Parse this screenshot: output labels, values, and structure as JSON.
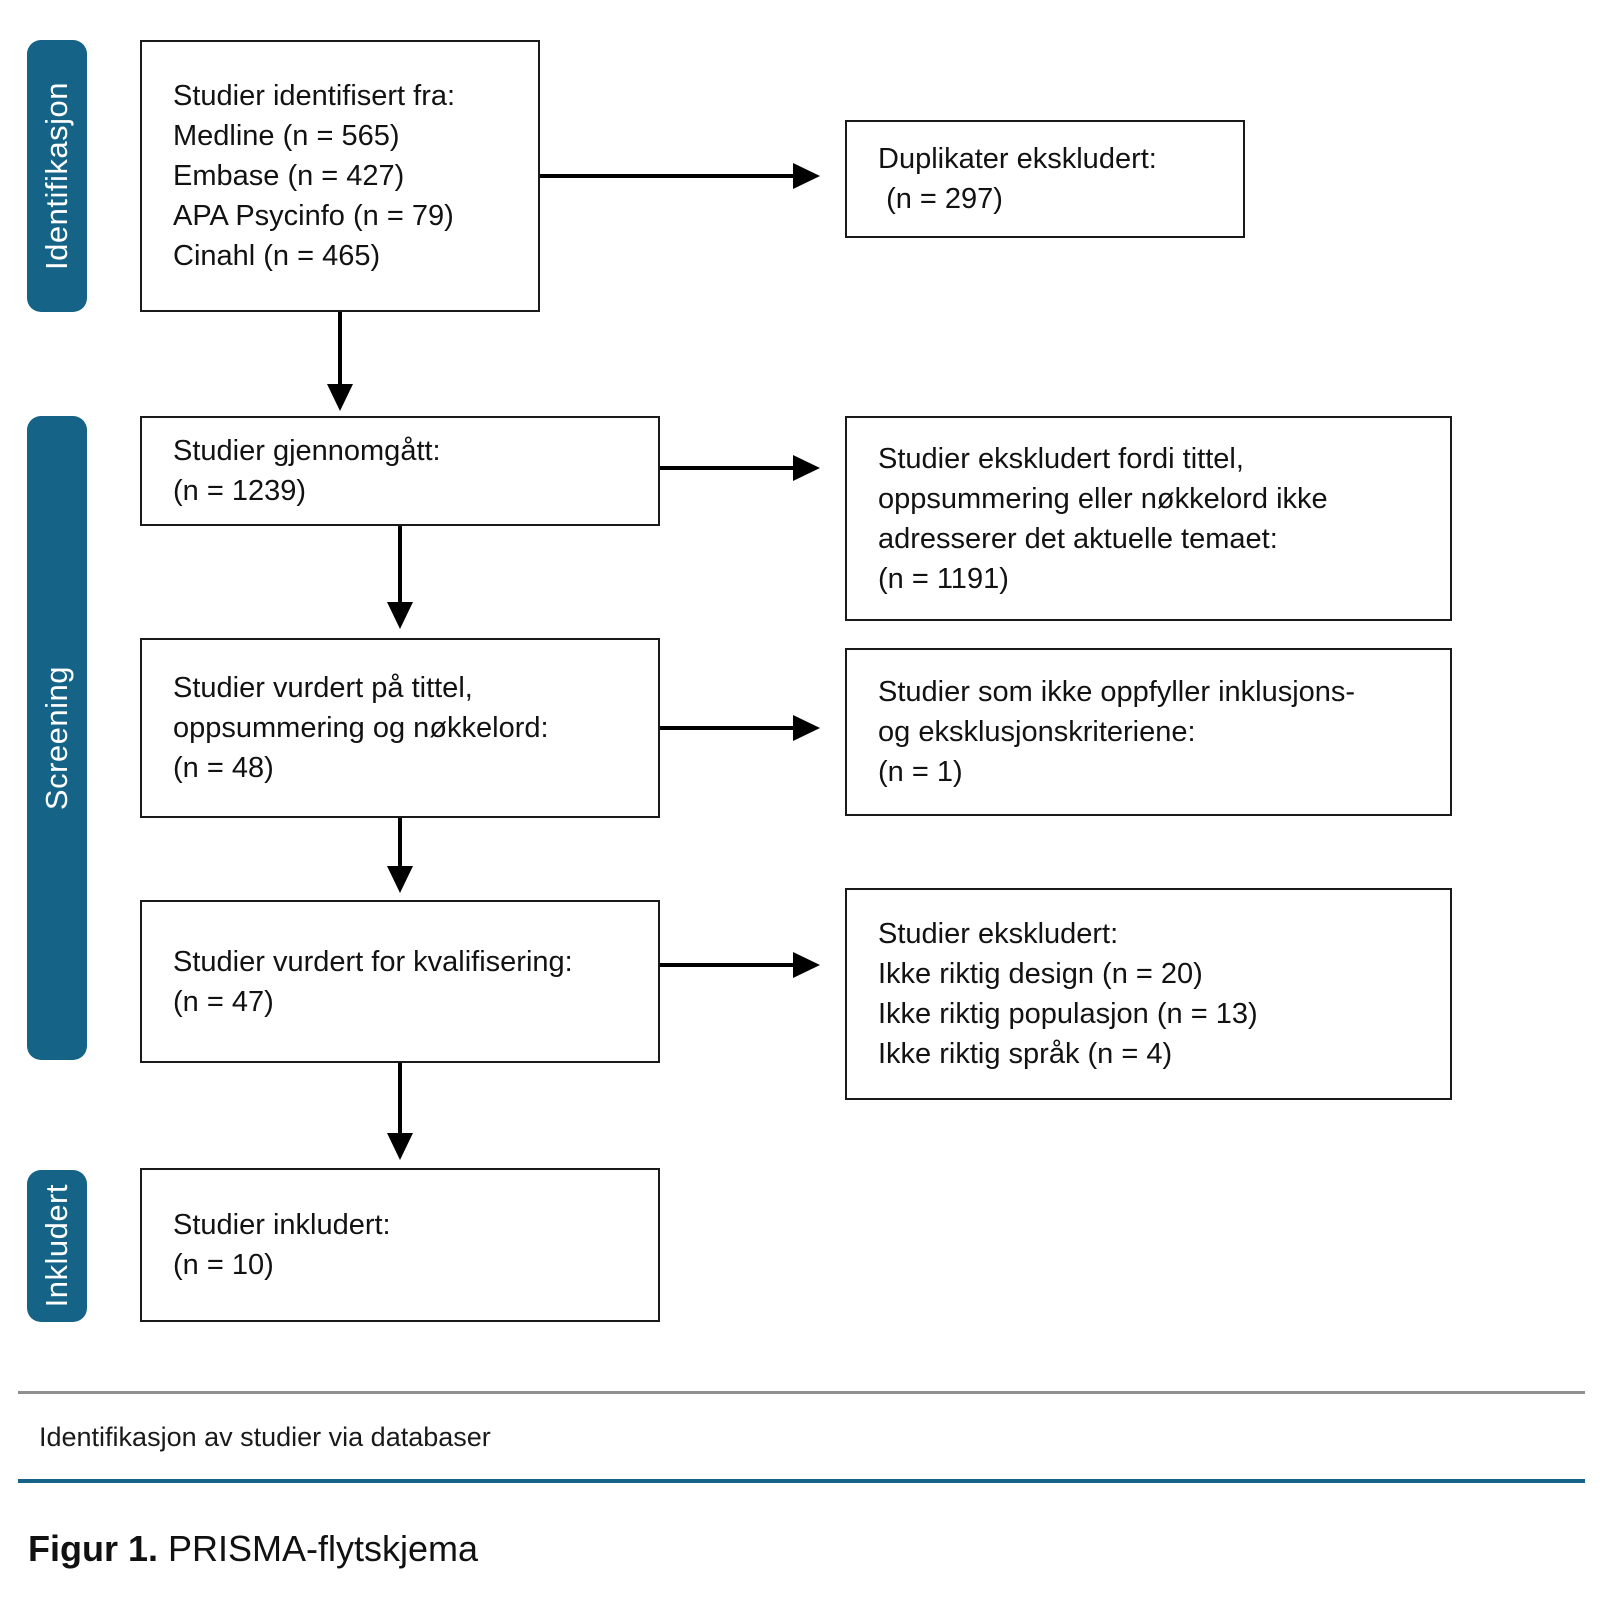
{
  "accent_color": "#156487",
  "sidebar": {
    "identification_label": "Identifikasjon",
    "screening_label": "Screening",
    "included_label": "Inkludert"
  },
  "flowchart": {
    "boxes": {
      "identified": "Studier identifisert fra:\nMedline (n = 565)\nEmbase (n = 427)\nAPA Psycinfo (n = 79)\nCinahl (n = 465)",
      "duplicates_excluded": "Duplikater ekskludert:\n (n = 297)",
      "screened": "Studier gjennomgått:\n(n = 1239)",
      "excluded_topic": "Studier ekskludert fordi tittel,\noppsummering eller nøkkelord ikke\nadresserer det aktuelle temaet:\n(n = 1191)",
      "assessed_title_abstract": "Studier vurdert på tittel,\noppsummering og nøkkelord:\n(n = 48)",
      "not_meeting_criteria": "Studier som ikke oppfyller inklusjons-\nog eksklusjonskriteriene:\n(n = 1)",
      "assessed_eligibility": "Studier vurdert for kvalifisering:\n(n = 47)",
      "excluded_reasons": "Studier ekskludert:\nIkke riktig design (n = 20)\nIkke riktig populasjon (n = 13)\nIkke riktig språk (n = 4)",
      "included": "Studier inkludert:\n(n = 10)"
    }
  },
  "footer": {
    "caption": "Identifikasjon av studier via databaser",
    "figure_label": "Figur 1.",
    "figure_title": " PRISMA-flytskjema"
  }
}
